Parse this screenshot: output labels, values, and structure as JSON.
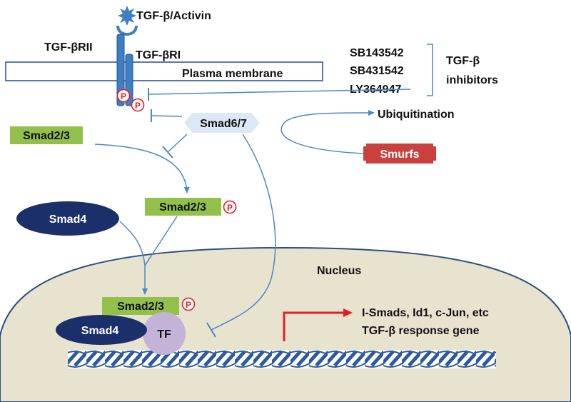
{
  "ligand": {
    "label": "TGF-β/Activin"
  },
  "receptors": {
    "type2_label": "TGF-βRII",
    "type1_label": "TGF-βRI"
  },
  "membrane": {
    "label": "Plasma membrane"
  },
  "phospho": {
    "symbol": "P"
  },
  "inhibitors": {
    "compounds": [
      "SB143542",
      "SB431542",
      "LY364947"
    ],
    "group_label_line1": "TGF-β",
    "group_label_line2": "inhibitors"
  },
  "smad67": {
    "label": "Smad6/7"
  },
  "ubiquitination": {
    "label": "Ubiquitination"
  },
  "smurfs": {
    "label": "Smurfs"
  },
  "smad23": {
    "label": "Smad2/3"
  },
  "smad4": {
    "label": "Smad4"
  },
  "nucleus": {
    "label": "Nucleus"
  },
  "tf": {
    "label": "TF"
  },
  "targets": {
    "line1": "I-Smads, Id1, c-Jun, etc",
    "line2": "TGF-β response gene"
  },
  "colors": {
    "membrane": "#1f4e9c",
    "receptor": "#3d7fc1",
    "arrow": "#4a88c7",
    "smad23": "#93c04a",
    "smad4": "#1b2f6b",
    "smad67": "#dce8f5",
    "smurfs": "#c9403e",
    "nucleus_fill": "#e8e3cf",
    "nucleus_stroke": "#2c4f7c",
    "phospho": "#e31e24",
    "tf": "#c3b3d9",
    "transcription_arrow": "#e31e24"
  }
}
